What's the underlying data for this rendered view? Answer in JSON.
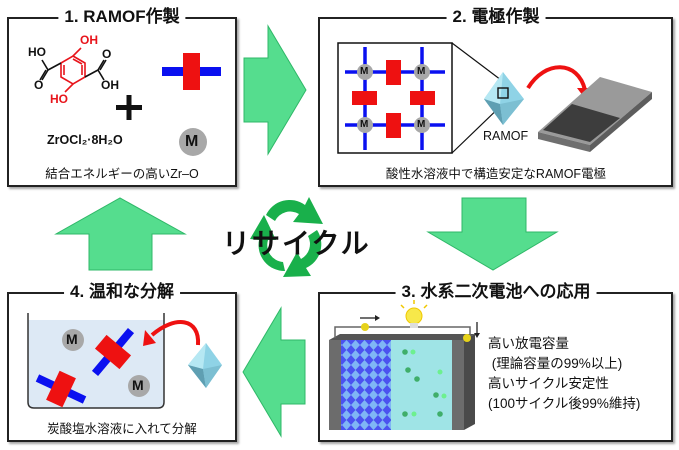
{
  "steps": [
    {
      "title": "1. RAMOF作製",
      "caption": "結合エネルギーの高いZr–O",
      "molecule": {
        "ho_top_left": "HO",
        "o_left": "O",
        "oh_top": "OH",
        "ho_bottom": "HO",
        "o_right": "O",
        "oh_right": "OH"
      },
      "plus": "+",
      "reagent": "ZrOCl₂·8H₂O",
      "metal_label": "M"
    },
    {
      "title": "2. 電極作製",
      "caption": "酸性水溶液中で構造安定なRAMOF電極",
      "crystal_label": "RAMOF",
      "node_label": "M"
    },
    {
      "title": "3. 水系二次電池への応用",
      "lines": [
        "高い放電容量",
        " (理論容量の99%以上)",
        "高いサイクル安定性",
        "(100サイクル後99%維持)"
      ]
    },
    {
      "title": "4. 温和な分解",
      "caption": "炭酸塩水溶液に入れて分解",
      "metal_label": "M"
    }
  ],
  "center": {
    "label": "リサイクル"
  },
  "colors": {
    "arrow_fill": "#55dd8e",
    "arrow_stroke": "#2fb868",
    "recycle_green": "#19b04b",
    "linker_blue": "#0a10f0",
    "linker_red": "#ee1111",
    "hydroxyl_red": "#e8141b",
    "metal_gray": "#a8a8a8",
    "crystal": "#8fd3e6",
    "water": "#dde9f5"
  }
}
